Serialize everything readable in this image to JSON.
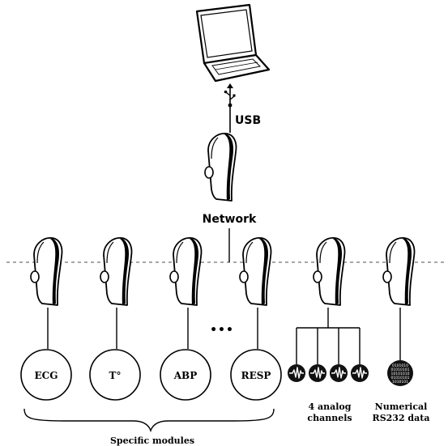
{
  "labels": {
    "usb": "USB",
    "network": "Network",
    "ellipsis": "•••",
    "specific_modules": "Specific modules",
    "analog_line1": "4 analog",
    "analog_line2": "channels",
    "numerical_line1": "Numerical",
    "numerical_line2": "RS232 data"
  },
  "modules": [
    {
      "label": "ECG"
    },
    {
      "label": "T°"
    },
    {
      "label": "ABP"
    },
    {
      "label": "RESP"
    }
  ],
  "binary_text": [
    "0101010",
    "01010101",
    "10101010",
    "01010101",
    "1010101"
  ],
  "icons": {
    "computer": "laptop-icon",
    "usb": "usb-icon",
    "hub": "network-hub-device-icon",
    "device": "acquisition-module-icon",
    "waveform": "waveform-channel-icon",
    "data": "binary-data-icon"
  },
  "colors": {
    "stroke": "#000000",
    "fill": "#ffffff",
    "gray": "#8a8a8a"
  }
}
